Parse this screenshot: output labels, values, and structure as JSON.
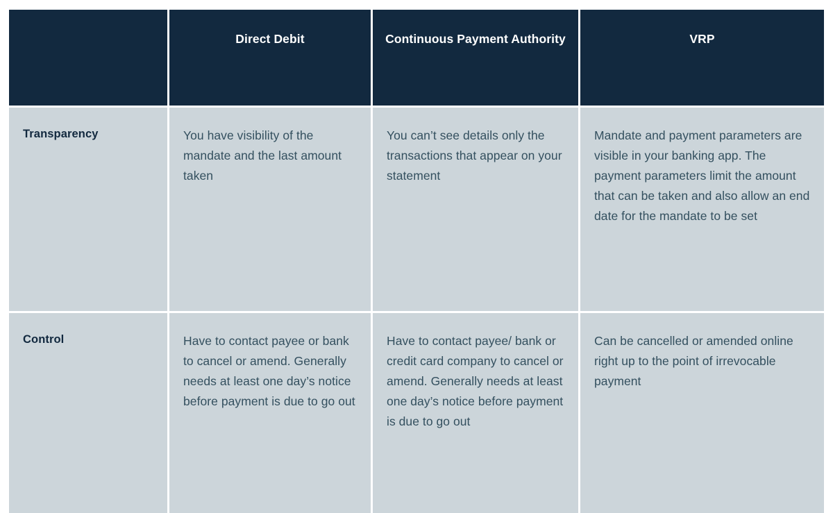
{
  "table": {
    "columns": [
      {
        "key": "label",
        "header": ""
      },
      {
        "key": "dd",
        "header": "Direct Debit"
      },
      {
        "key": "cpa",
        "header": "Continuous Payment Authority"
      },
      {
        "key": "vrp",
        "header": "VRP"
      }
    ],
    "rows": [
      {
        "label": "Transparency",
        "dd": "You have visibility of the mandate and the last amount taken",
        "cpa": "You can’t see details only the transactions that appear on your statement",
        "vrp": "Mandate and payment parameters are visible in your banking app. The payment parameters limit the amount that can be taken and also allow an end date for the mandate to be set"
      },
      {
        "label": "Control",
        "dd": "Have to contact payee or bank to cancel or amend. Generally needs at least one day’s notice before payment is due to go out",
        "cpa": "Have to contact payee/ bank or credit card company to cancel or amend. Generally needs at least one day’s notice before payment is due to go out",
        "vrp": "Can be cancelled or amended online right up to the point of irrevocable payment"
      }
    ]
  },
  "colors": {
    "header_background": "#12293f",
    "cell_background": "#ccd5da",
    "header_text": "#ffffff",
    "label_text": "#12293f",
    "body_text": "#34505f",
    "page_background": "#ffffff",
    "grid_line": "#ffffff"
  }
}
